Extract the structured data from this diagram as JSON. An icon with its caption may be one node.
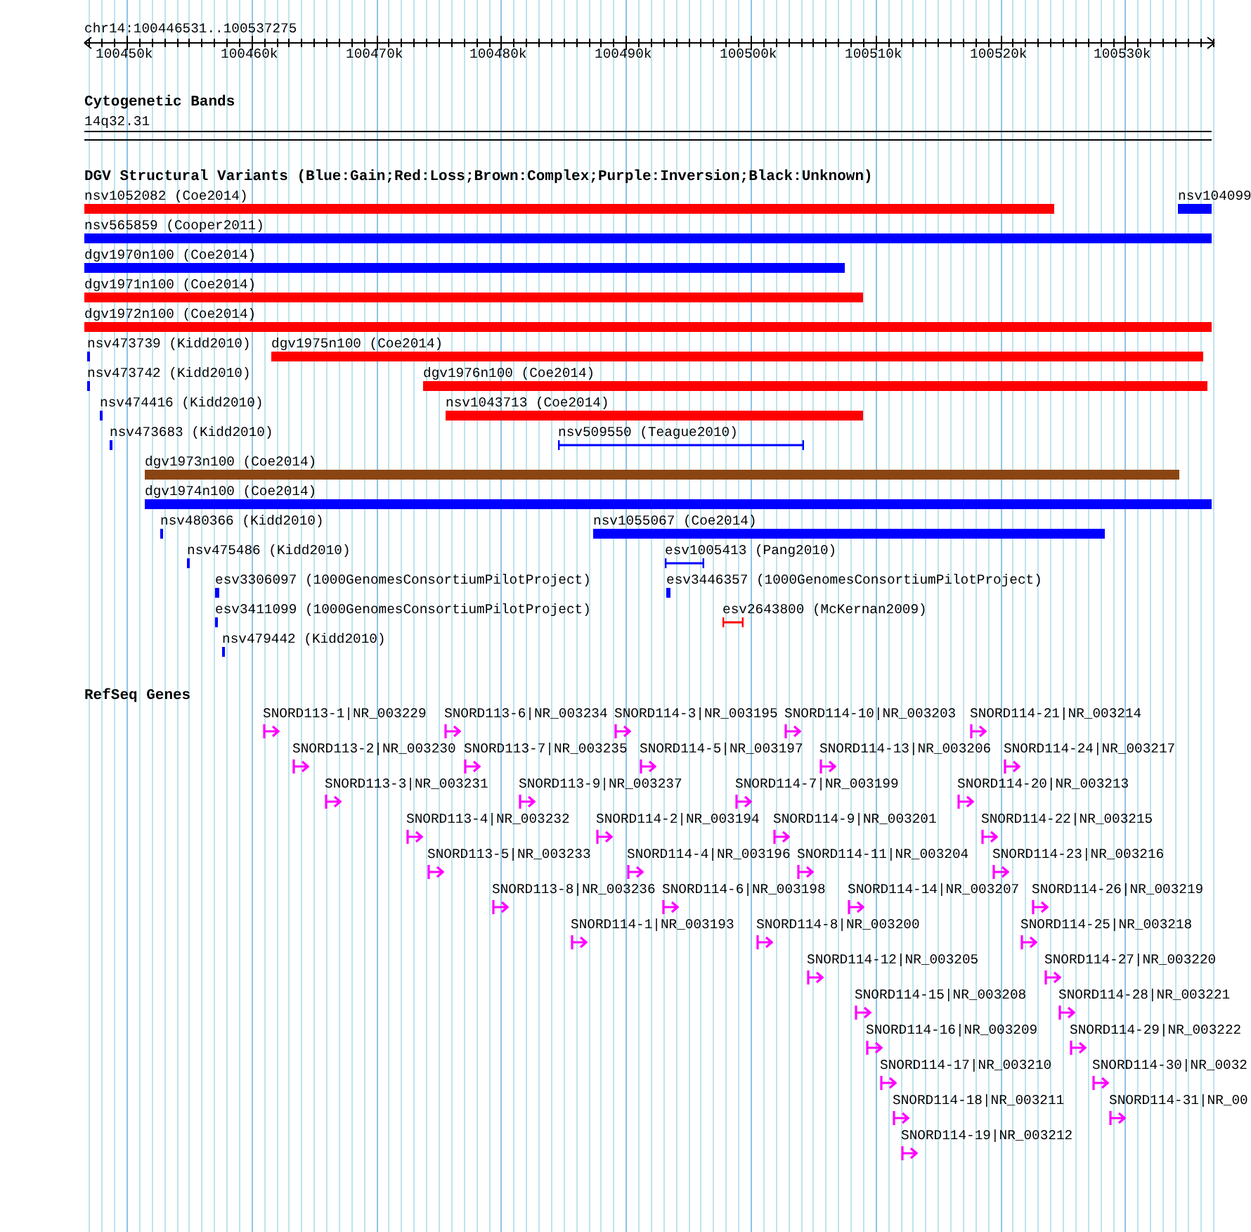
{
  "diagram": {
    "title": "chr14:100446531..100537275",
    "labels": [
      "100450k",
      "100460k",
      "100470k",
      "100480k",
      "100490k",
      "100500k",
      "100510k",
      "100520k",
      "100530k",
      "Cytogenetic Bands",
      "14q32.31",
      "DGV Structural Variants (Blue:Gain;Red:Loss;Brown:Complex;Purple:Inversion;Black:Unknown)",
      "nsv1052082 (Coe2014)",
      "nsv104099",
      "nsv565859 (Cooper2011)",
      "dgv1970n100 (Coe2014)",
      "dgv1971n100 (Coe2014)",
      "dgv1972n100 (Coe2014)",
      "nsv473739 (Kidd2010)",
      "dgv1975n100 (Coe2014)",
      "nsv473742 (Kidd2010)",
      "dgv1976n100 (Coe2014)",
      "nsv474416 (Kidd2010)",
      "nsv1043713 (Coe2014)",
      "nsv473683 (Kidd2010)",
      "nsv509550 (Teague2010)",
      "dgv1973n100 (Coe2014)",
      "dgv1974n100 (Coe2014)",
      "nsv480366 (Kidd2010)",
      "nsv1055067 (Coe2014)",
      "nsv475486 (Kidd2010)",
      "esv1005413 (Pang2010)",
      "esv3306097 (1000GenomesConsortiumPilotProject)",
      "esv3446357 (1000GenomesConsortiumPilotProject)",
      "esv3411099 (1000GenomesConsortiumPilotProject)",
      "esv2643800 (McKernan2009)",
      "nsv479442 (Kidd2010)",
      "RefSeq Genes",
      "SNORD113-1|NR_003229",
      "SNORD113-6|NR_003234",
      "SNORD114-3|NR_003195",
      "SNORD114-10|NR_003203",
      "SNORD114-21|NR_003214",
      "SNORD113-2|NR_003230",
      "SNORD113-7|NR_003235",
      "SNORD114-5|NR_003197",
      "SNORD114-13|NR_003206",
      "SNORD114-24|NR_003217",
      "SNORD113-3|NR_003231",
      "SNORD113-9|NR_003237",
      "SNORD114-7|NR_003199",
      "SNORD114-20|NR_003213",
      "SNORD113-4|NR_003232",
      "SNORD114-2|NR_003194",
      "SNORD114-9|NR_003201",
      "SNORD114-22|NR_003215",
      "SNORD113-5|NR_003233",
      "SNORD114-4|NR_003196",
      "SNORD114-11|NR_003204",
      "SNORD114-23|NR_003216",
      "SNORD113-8|NR_003236",
      "SNORD114-6|NR_003198",
      "SNORD114-14|NR_003207",
      "SNORD114-26|NR_003219",
      "SNORD114-1|NR_003193",
      "SNORD114-8|NR_003200",
      "SNORD114-25|NR_003218",
      "SNORD114-12|NR_003205",
      "SNORD114-27|NR_003220",
      "SNORD114-15|NR_003208",
      "SNORD114-28|NR_003221",
      "SNORD114-16|NR_003209",
      "SNORD114-29|NR_003222",
      "SNORD114-17|NR_003210",
      "SNORD114-30|NR_0032",
      "SNORD114-18|NR_003211",
      "SNORD114-31|NR_00",
      "SNORD114-19|NR_003212"
    ]
  }
}
